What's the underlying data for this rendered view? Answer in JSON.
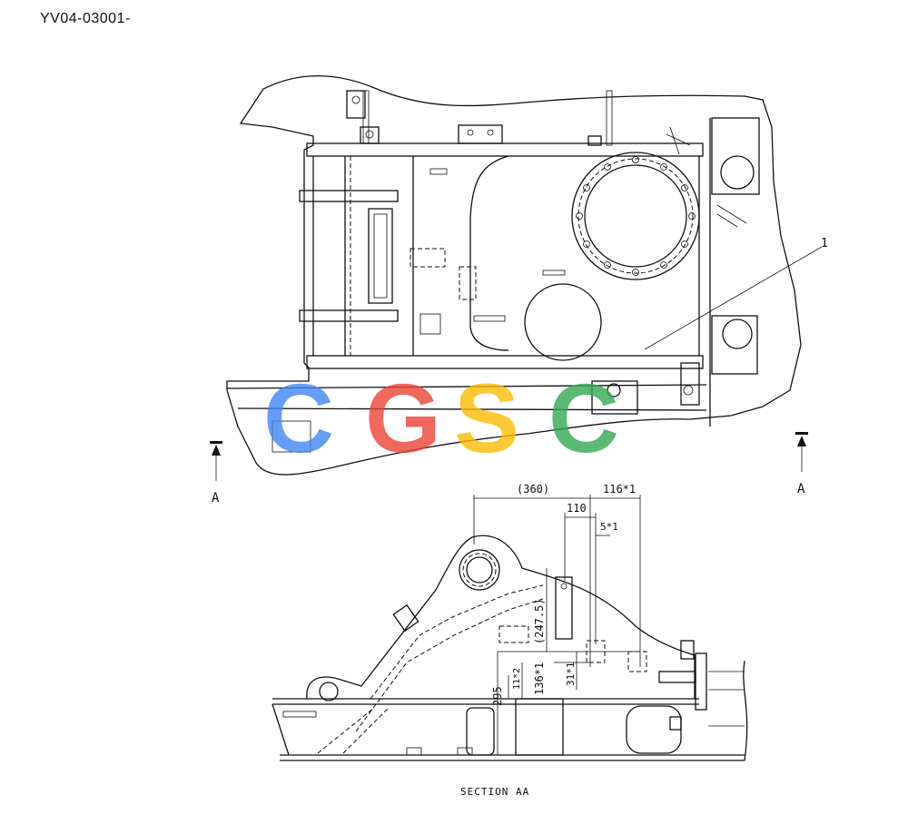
{
  "header": {
    "part_code": "YV04-03001-"
  },
  "plan_view": {
    "callout": "1",
    "section_mark_left": "A",
    "section_mark_right": "A"
  },
  "watermark": {
    "text": "CGSC",
    "colors": [
      "#4285F4",
      "#EA4335",
      "#FBBC05",
      "#34A853"
    ]
  },
  "section_view": {
    "dimensions": {
      "d360": "(360)",
      "d116": "116*1",
      "d110": "110",
      "d5": "5*1",
      "d247": "(247.5)",
      "d295": "295",
      "d136": "136*1",
      "d31": "31*1",
      "d11": "11*2"
    },
    "caption": "SECTION AA"
  }
}
